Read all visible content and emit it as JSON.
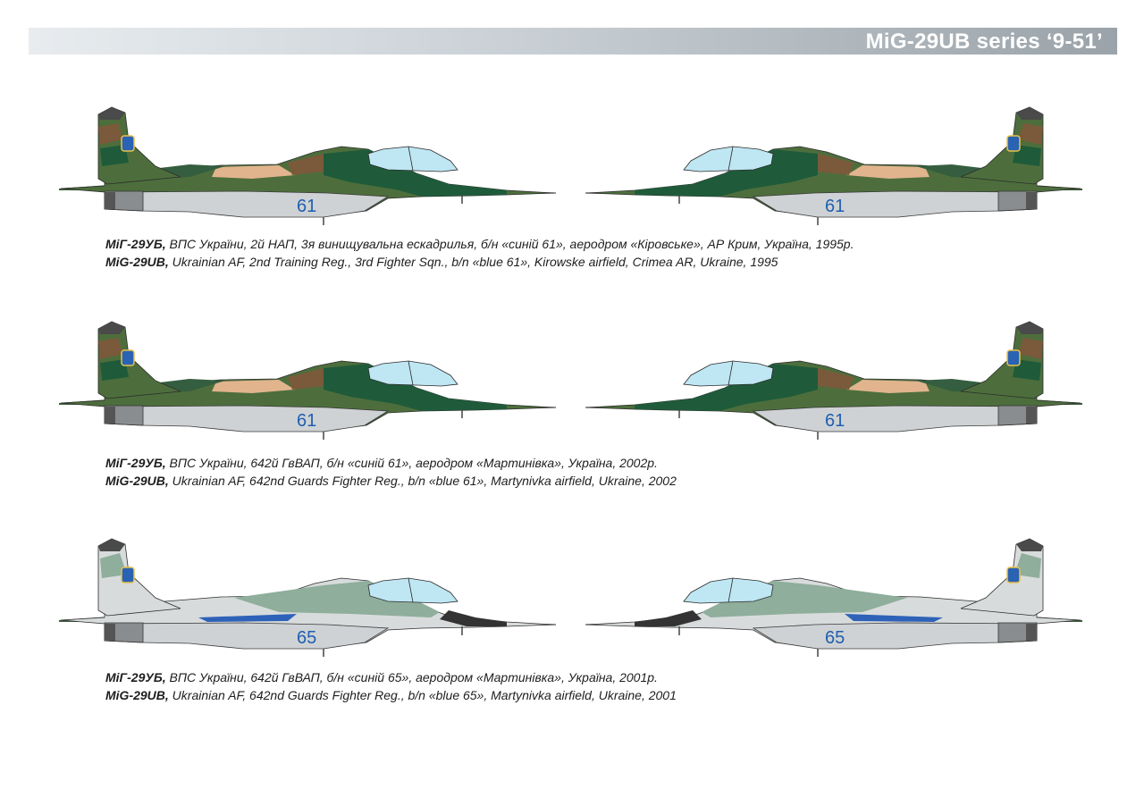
{
  "header": {
    "title": "MiG-29UB series ‘9-51’"
  },
  "profiles": [
    {
      "scheme": "camo",
      "number": "61",
      "caption_ua_bold": "МіГ-29УБ,",
      "caption_ua": " ВПС України, 2й НАП, 3я винищувальна ескадрилья, б/н «синій 61», аеродром «Кіровське», АР Крим, Україна, 1995р.",
      "caption_en_bold": "MiG-29UB,",
      "caption_en": " Ukrainian AF, 2nd Training Reg., 3rd Fighter Sqn., b/n «blue 61», Kirowske airfield, Crimea AR, Ukraine, 1995"
    },
    {
      "scheme": "camo",
      "number": "61",
      "caption_ua_bold": "МіГ-29УБ,",
      "caption_ua": " ВПС України, 642й ГвВАП, б/н «синій 61», аеродром «Мартинівка», Україна, 2002р.",
      "caption_en_bold": "MiG-29UB,",
      "caption_en": " Ukrainian AF, 642nd Guards Fighter Reg., b/n «blue 61», Martynivka airfield, Ukraine, 2002"
    },
    {
      "scheme": "grey",
      "number": "65",
      "caption_ua_bold": "МіГ-29УБ,",
      "caption_ua": " ВПС України, 642й ГвВАП, б/н «синій 65», аеродром «Мартинівка», Україна, 2001р.",
      "caption_en_bold": "MiG-29UB,",
      "caption_en": " Ukrainian AF, 642nd Guards Fighter Reg., b/n «blue 65», Martynivka airfield, Ukraine, 2001"
    }
  ],
  "colors": {
    "dark_green": "#1f5b3a",
    "olive": "#4d6e3c",
    "tan": "#e1b48e",
    "brown": "#7a5a3a",
    "light_grey": "#cfd2d4",
    "grey_green": "#8fae9c",
    "canopy": "#bfe6f3",
    "number_blue": "#1f5fb0",
    "dark_grey": "#4a4a4a",
    "header_text": "#ffffff"
  }
}
